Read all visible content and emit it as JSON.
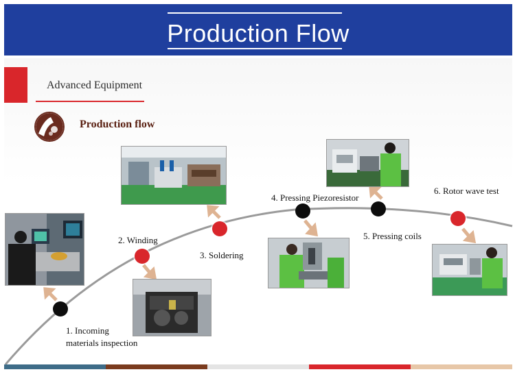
{
  "header": {
    "title": "Production Flow"
  },
  "section": {
    "title": "Advanced Equipment"
  },
  "flow": {
    "label": "Production flow"
  },
  "steps": [
    {
      "label_line1": "1. Incoming",
      "label_line2": "materials inspection",
      "photo_icon": "inspection-photo"
    },
    {
      "label": "2. Winding",
      "photo_icon": "winding-machine-photo"
    },
    {
      "label": "3. Soldering",
      "photo_icon": "soldering-line-photo"
    },
    {
      "label": "4. Pressing Piezoresistor",
      "photo_icon": "piezoresistor-press-photo"
    },
    {
      "label": "5. Pressing coils",
      "photo_icon": "coil-press-photo"
    },
    {
      "label": "6. Rotor wave test",
      "photo_icon": "rotor-test-photo"
    }
  ],
  "colors": {
    "header": "#1f3f9e",
    "accent_red": "#d9262b",
    "node_black": "#0d0d0d",
    "arrow": "#deb392",
    "band": [
      "#3e6c88",
      "#7a3b1e",
      "#e4e4e4",
      "#d9262b",
      "#e7c7a8"
    ]
  }
}
